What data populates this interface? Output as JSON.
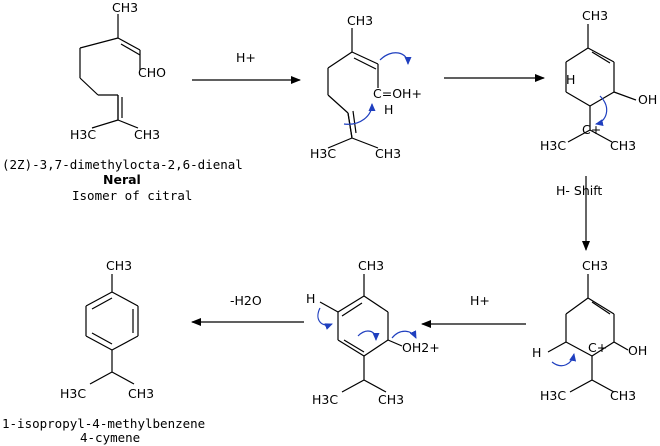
{
  "neral": {
    "ch3": "CH3",
    "cho": "CHO",
    "h3c": "H3C",
    "ch3b": "CH3",
    "iupac": "(2Z)-3,7-dimethylocta-2,6-dienal",
    "name": "Neral",
    "note": "Isomer of citral"
  },
  "step1": {
    "reagent": "H+"
  },
  "int1": {
    "ch3": "CH3",
    "oh": "C=OH+",
    "h": "H",
    "h3c": "H3C",
    "ch3b": "CH3"
  },
  "int2": {
    "ch3": "CH3",
    "h": "H",
    "oh": "OH",
    "cplus": "C+",
    "h3c": "H3C",
    "ch3b": "CH3"
  },
  "step3": {
    "reagent": "H- Shift"
  },
  "int3": {
    "ch3": "CH3",
    "h": "H",
    "cplus": "C+",
    "oh": "OH",
    "h3c": "H3C",
    "ch3b": "CH3"
  },
  "step4": {
    "reagent": "H+"
  },
  "int4": {
    "ch3": "CH3",
    "h": "H",
    "oh2": "OH2+",
    "h3c": "H3C",
    "ch3b": "CH3"
  },
  "step5": {
    "reagent": "-H2O"
  },
  "product": {
    "ch3": "CH3",
    "h3c": "H3C",
    "ch3b": "CH3",
    "iupac": "1-isopropyl-4-methylbenzene",
    "name": "4-cymene"
  }
}
